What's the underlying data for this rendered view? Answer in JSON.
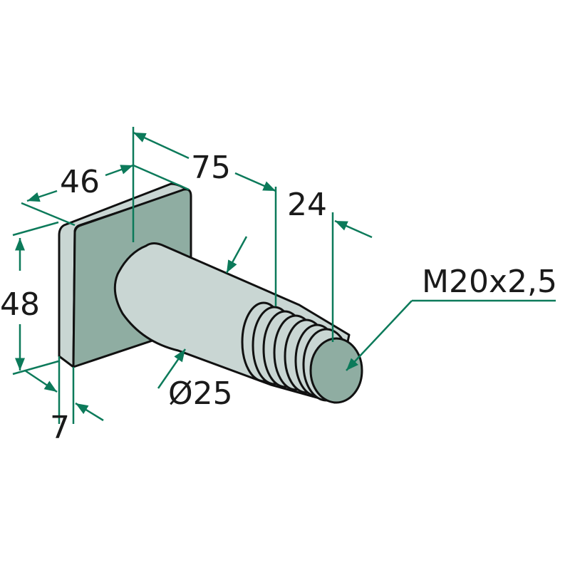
{
  "title": "T-head bolt dimension drawing",
  "dimensions": {
    "head_width": "46",
    "total_length": "75",
    "thread_length": "24",
    "head_height": "48",
    "head_thickness": "7",
    "shaft_diameter": "Ø25",
    "thread": "M20x2,5"
  },
  "colors": {
    "dimension_line": "#0c7a5a",
    "face": "#8fada2",
    "body": "#c9d6d3"
  }
}
